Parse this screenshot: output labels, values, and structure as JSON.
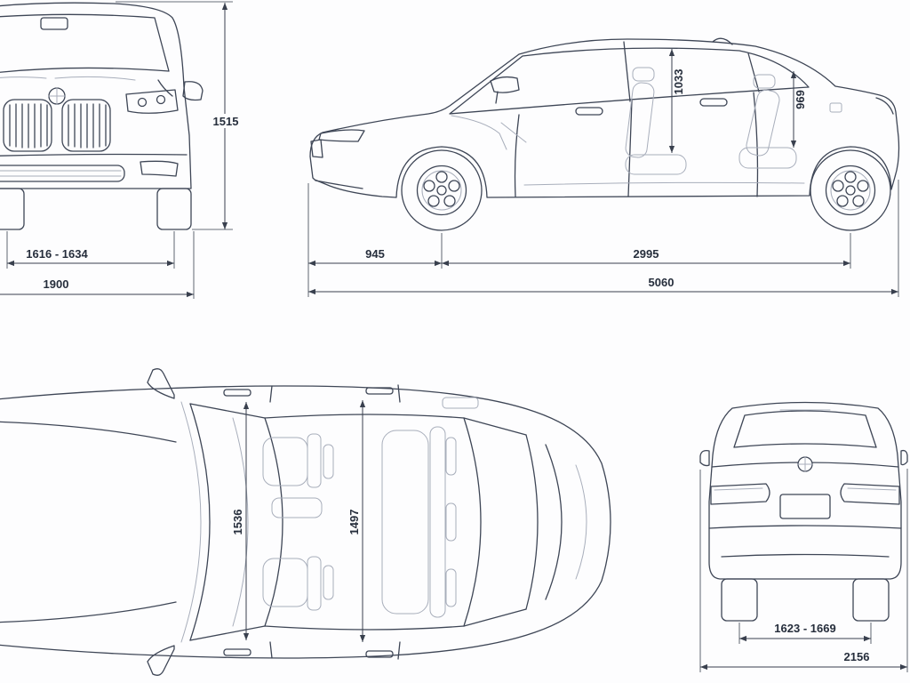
{
  "colors": {
    "bg": "#fdfdfe",
    "line": "#3e4656",
    "detail": "#a8aebb",
    "dim": "#39404e",
    "text": "#262e3c"
  },
  "views": {
    "front": {
      "name": "front-view",
      "height": "1515",
      "track": "1616 - 1634",
      "width": "1900"
    },
    "side": {
      "name": "side-view",
      "front_headroom": "1033",
      "rear_headroom": "969",
      "front_overhang": "945",
      "wheelbase": "2995",
      "length": "5060"
    },
    "top": {
      "name": "top-view",
      "front_interior_width": "1536",
      "rear_interior_width": "1497"
    },
    "rear": {
      "name": "rear-view",
      "track": "1623 - 1669",
      "width_with_mirrors": "2156"
    }
  }
}
